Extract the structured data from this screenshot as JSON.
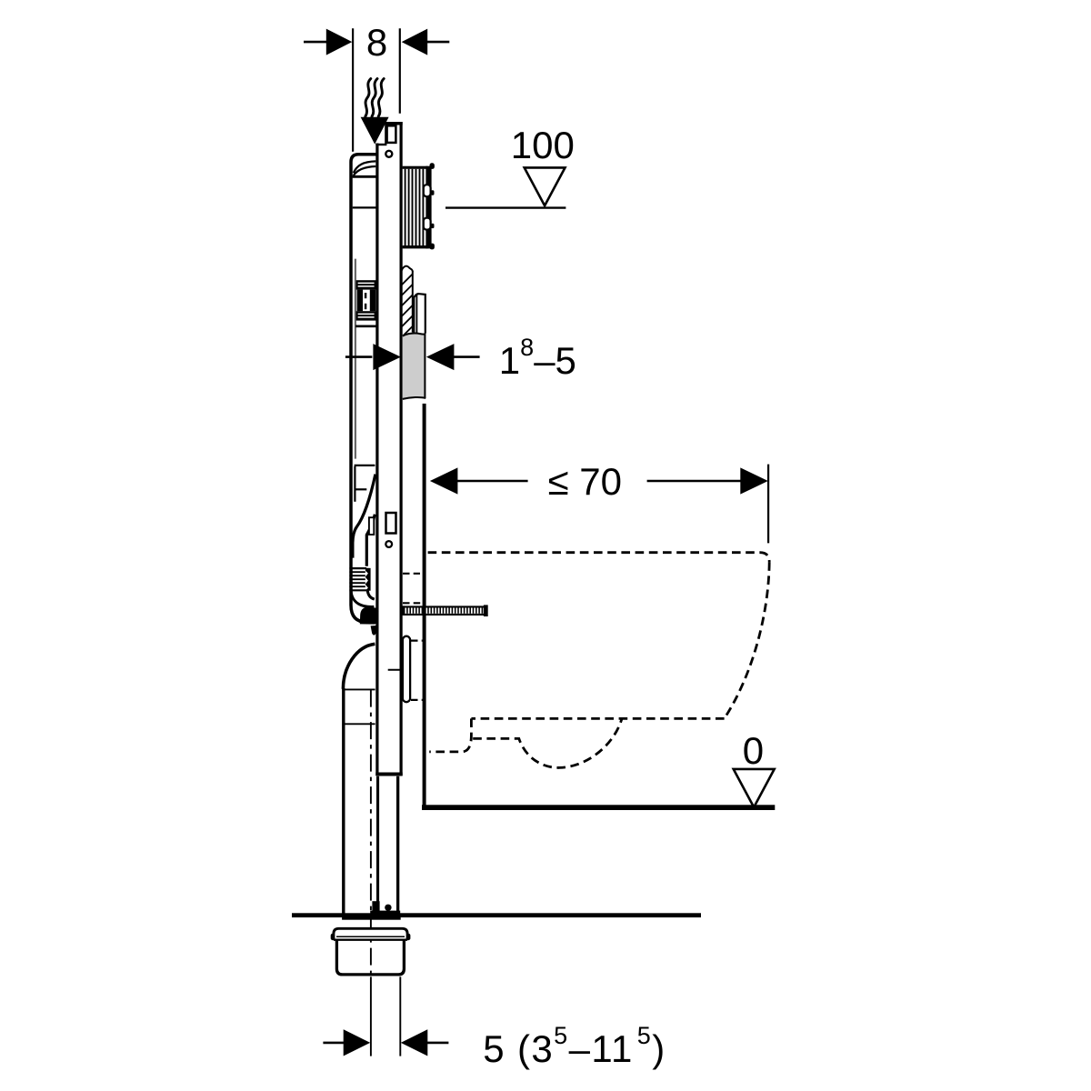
{
  "diagram": {
    "title": "wall-hung-wc-concealed-cistern-frame-installation-side-view",
    "background_color": "#ffffff",
    "line_color": "#000000",
    "finished_wall_fill_color": "#cdcdcd",
    "labels": {
      "frame_depth_cm": "8",
      "meter_mark_cm": "100",
      "finish_thickness_min": "1",
      "finish_thickness_min_sup": "8",
      "finish_thickness_range_end": "–5",
      "pan_depth_max": "≤ 70",
      "floor_level": "0",
      "outlet_offset_lead": "5 (3",
      "outlet_offset_sup_low": "5",
      "outlet_offset_range": "–11",
      "outlet_offset_sup_high": "5",
      "outlet_offset_close": ")"
    }
  }
}
